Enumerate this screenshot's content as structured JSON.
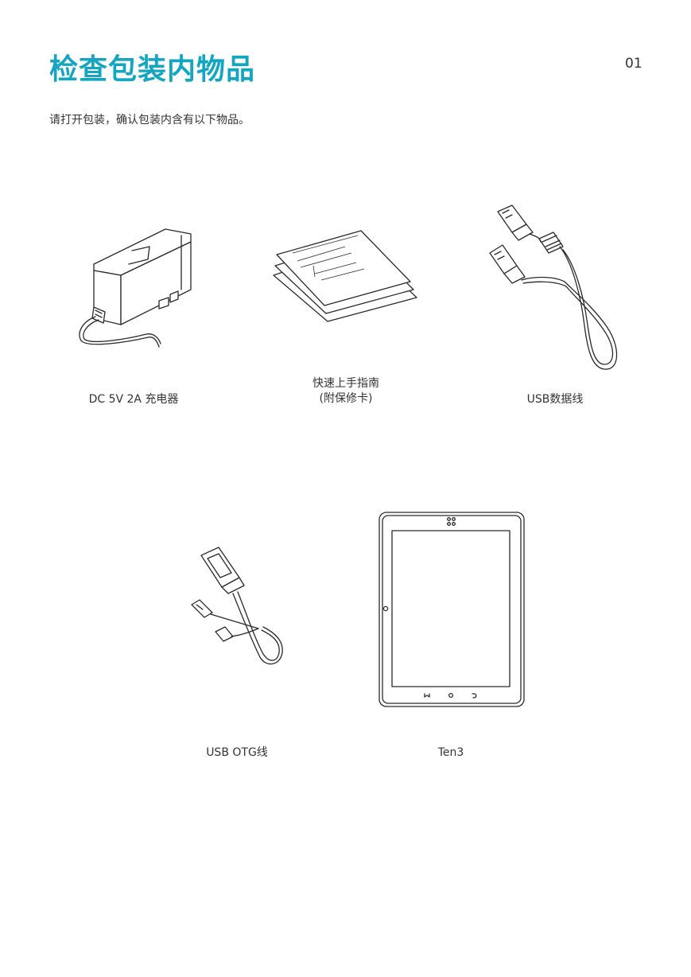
{
  "header": {
    "title": "检查包装内物品",
    "page_number": "01",
    "accent_color": "#13a6c2"
  },
  "intro": "请打开包装，确认包装内含有以下物品。",
  "items": [
    {
      "icon": "charger-icon",
      "caption_lines": [
        "DC 5V 2A 充电器"
      ]
    },
    {
      "icon": "quick-guide-icon",
      "caption_lines": [
        "快速上手指南",
        "(附保修卡)"
      ]
    },
    {
      "icon": "usb-cable-icon",
      "caption_lines": [
        "USB数据线"
      ]
    },
    {
      "icon": "otg-cable-icon",
      "caption_lines": [
        "USB OTG线"
      ]
    },
    {
      "icon": "tablet-icon",
      "caption_lines": [
        "Ten3"
      ]
    }
  ]
}
